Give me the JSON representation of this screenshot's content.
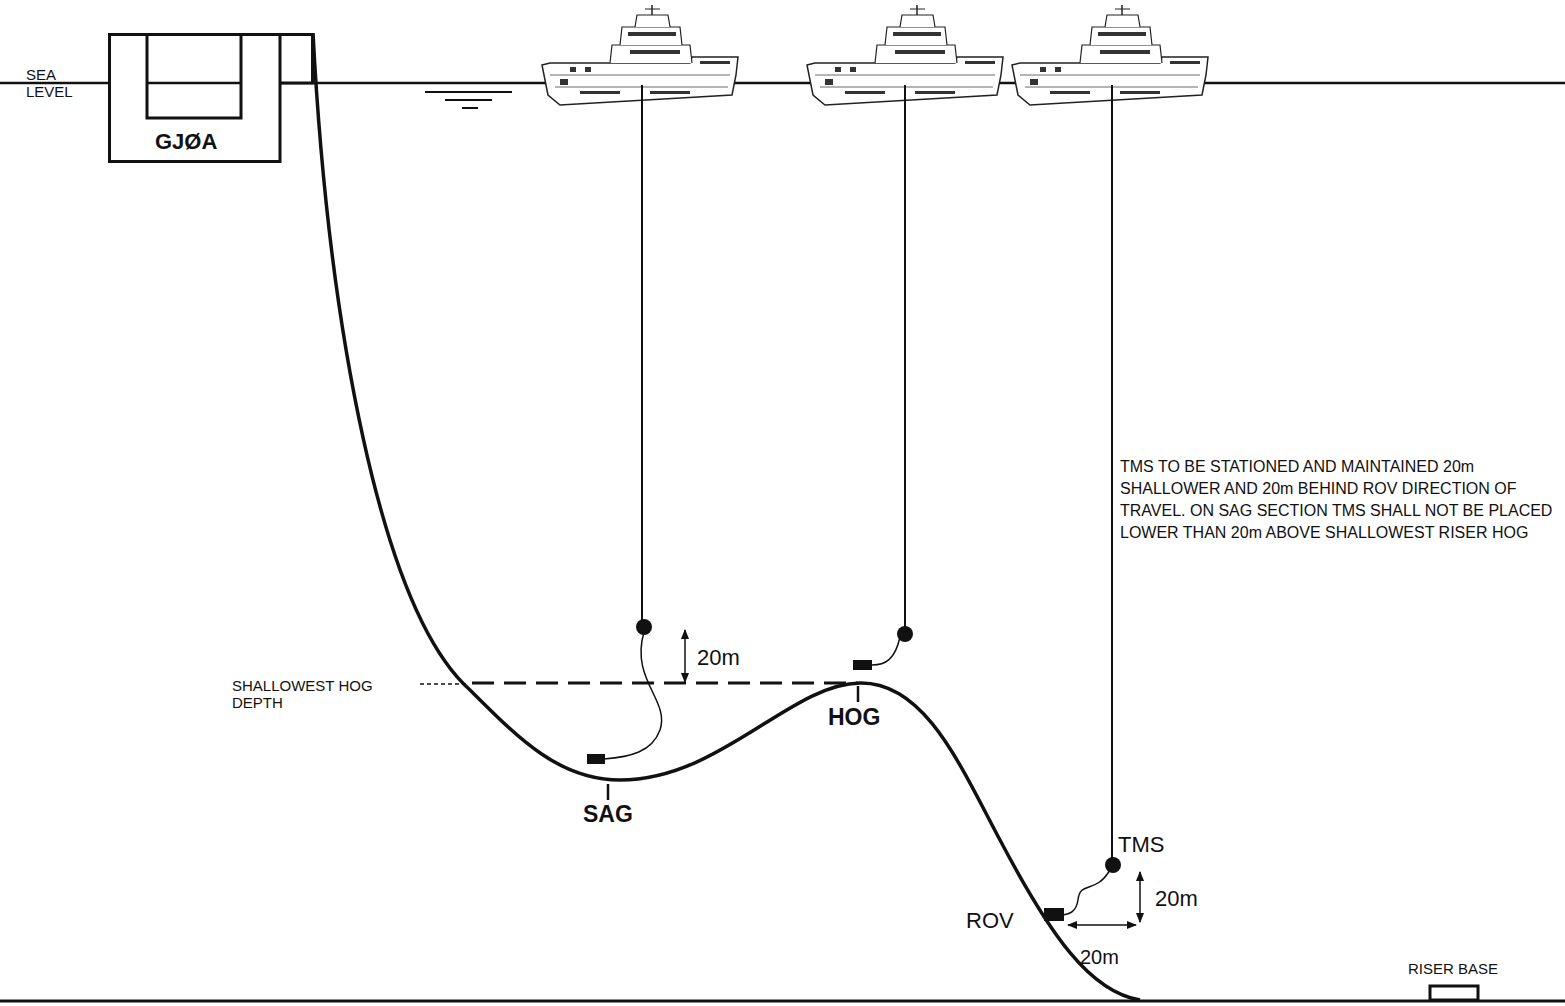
{
  "diagram": {
    "nodes": [
      {
        "text": [
          "GJØA"
        ]
      },
      {
        "text": [
          "RISER BASE"
        ]
      }
    ],
    "labels": [
      "SEA LEVEL",
      "SHALLOWEST HOG DEPTH",
      "20m",
      "SAG",
      "HOG",
      "TMS",
      "ROV",
      "20m",
      "20m",
      "TMS TO BE STATIONED AND MAINTAINED 20m SHALLOWER AND 20m BEHIND ROV DIRECTION OF TRAVEL. ON SAG SECTION TMS SHALL NOT BE PLACED LOWER THAN 20m ABOVE SHALLOWEST RISER HOG"
    ]
  }
}
